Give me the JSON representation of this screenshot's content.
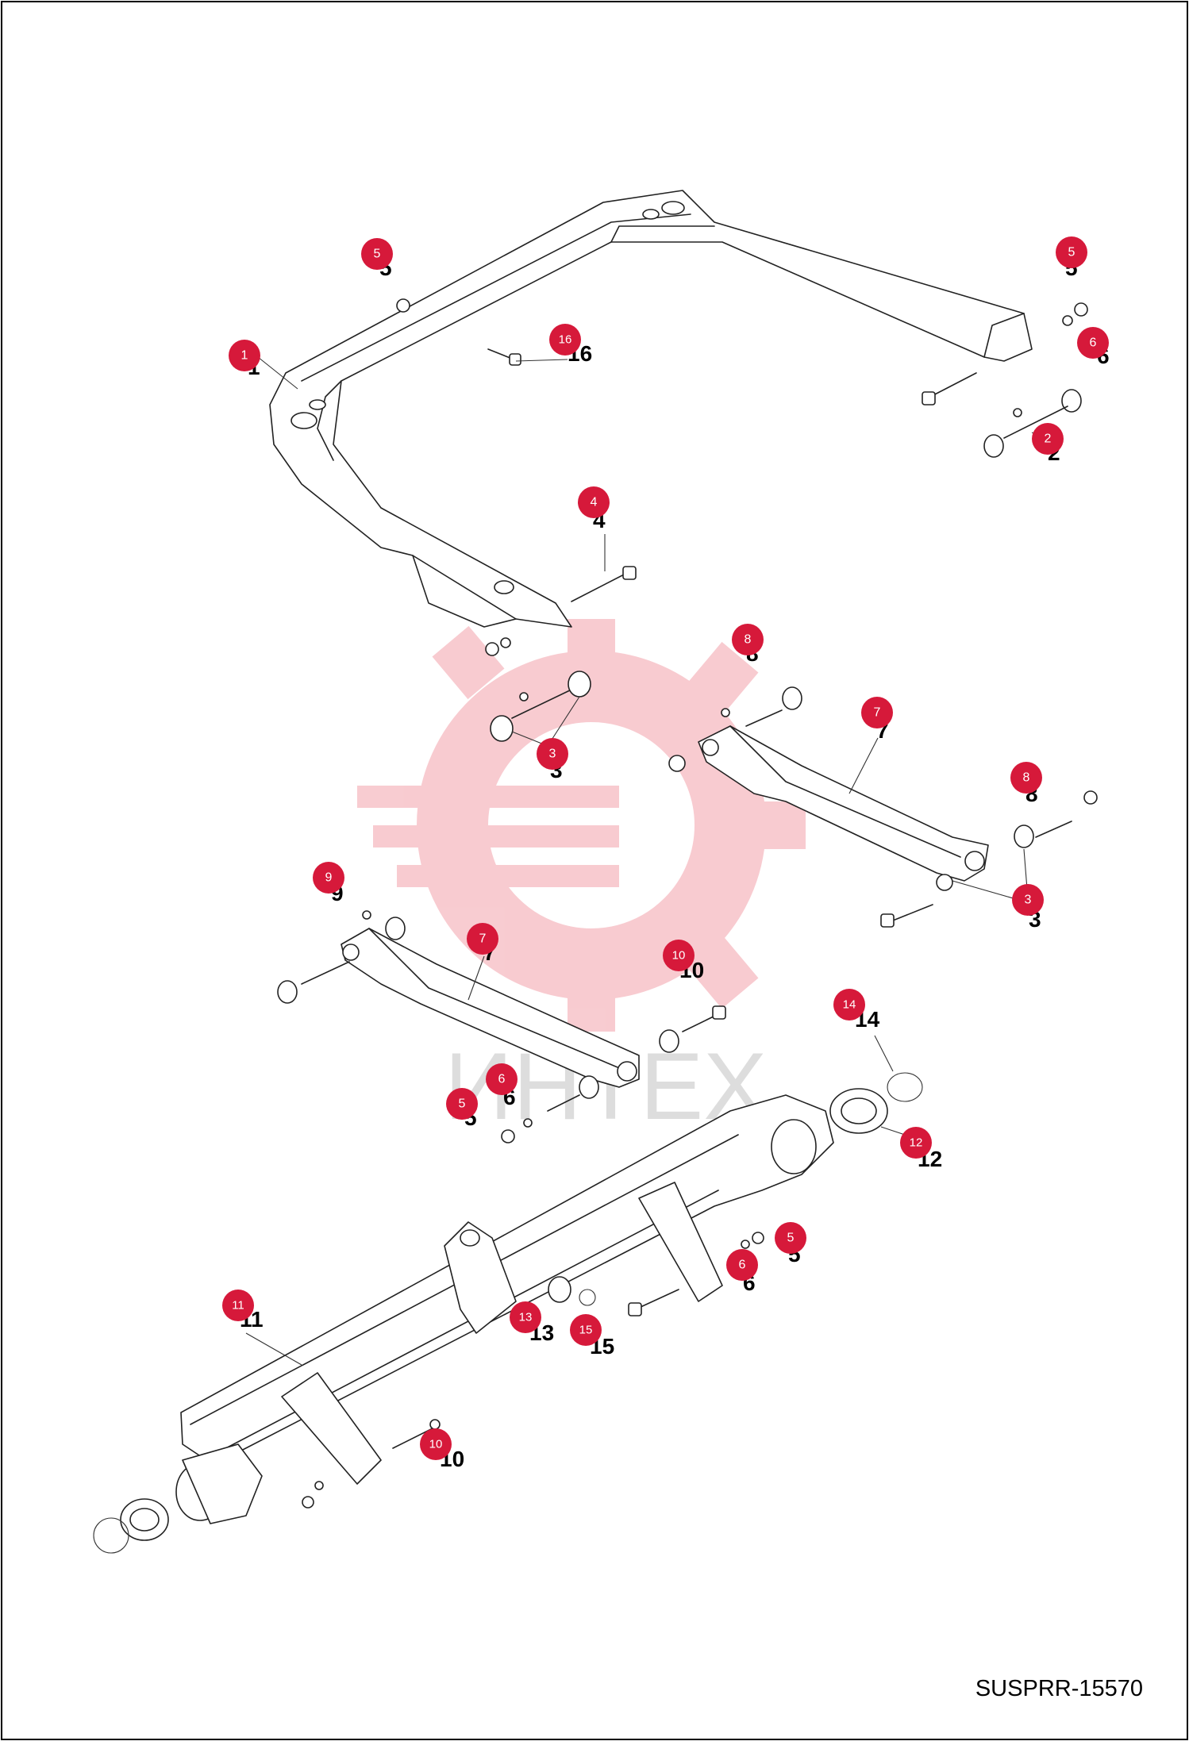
{
  "document_code": "SUSPRR-15570",
  "watermark_text": "ИНТЕХ",
  "badge_color": "#d6193a",
  "callouts": [
    {
      "number": "1"
    },
    {
      "number": "2"
    },
    {
      "number": "3"
    },
    {
      "number": "4"
    },
    {
      "number": "5"
    },
    {
      "number": "6"
    },
    {
      "number": "7"
    },
    {
      "number": "8"
    },
    {
      "number": "9"
    },
    {
      "number": "10"
    },
    {
      "number": "11"
    },
    {
      "number": "12"
    },
    {
      "number": "13"
    },
    {
      "number": "14"
    },
    {
      "number": "15"
    },
    {
      "number": "16"
    }
  ]
}
